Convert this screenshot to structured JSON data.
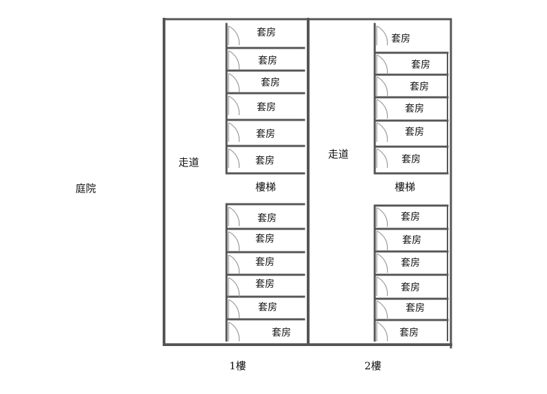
{
  "labels": {
    "courtyard": "庭院",
    "corridor_1": "走道",
    "corridor_2": "走道",
    "stairs_1": "樓梯",
    "stairs_2": "樓梯",
    "floor_1": "1樓",
    "floor_2": "2樓"
  },
  "floor_1_rooms": [
    "套房",
    "套房",
    "套房",
    "套房",
    "套房",
    "套房",
    "套房",
    "套房",
    "套房",
    "套房",
    "套房",
    "套房"
  ],
  "floor_2_rooms": [
    "套房",
    "套房",
    "套房",
    "套房",
    "套房",
    "套房",
    "套房",
    "套房",
    "套房",
    "套房",
    "套房",
    "套房"
  ],
  "colors": {
    "wall": "#555555",
    "door": "#999999",
    "text": "#111111"
  }
}
